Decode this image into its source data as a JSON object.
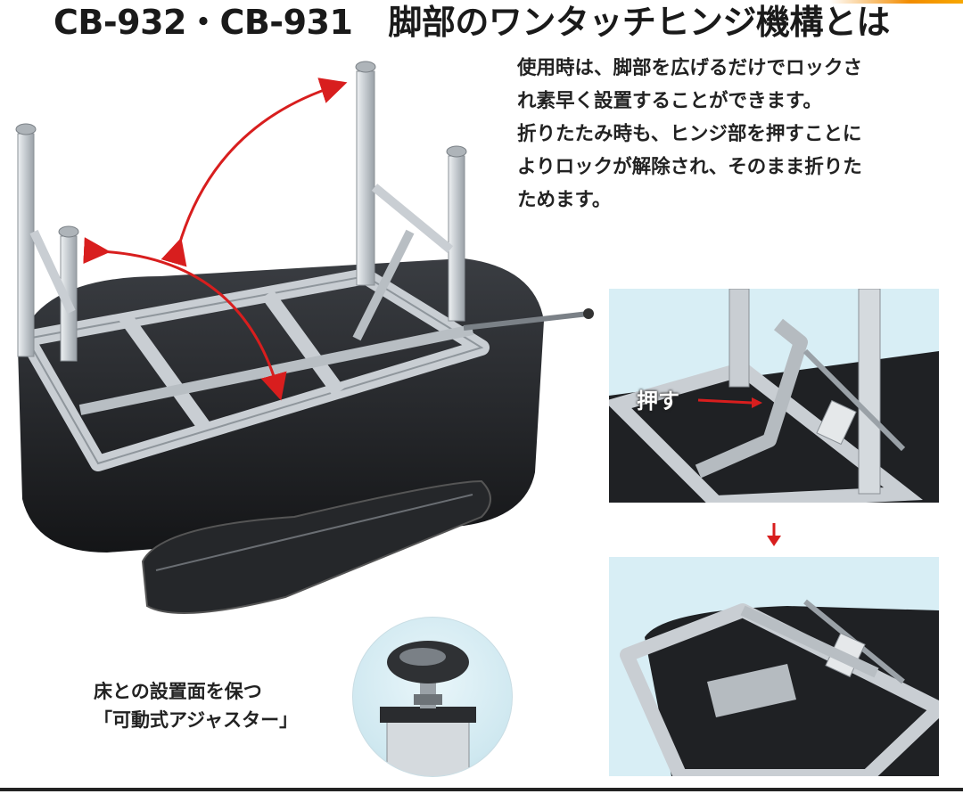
{
  "header": {
    "model_numbers": "CB-932・CB-931",
    "heading": "脚部のワンタッチヒンジ機構とは"
  },
  "description": {
    "lines": [
      "使用時は、脚部を広げるだけでロックさ",
      "れ素早く設置することができます。",
      "折りたたみ時も、ヒンジ部を押すことに",
      "よりロックが解除され、そのまま折りた",
      "ためます。"
    ]
  },
  "detail": {
    "push_label": "押す"
  },
  "adjuster": {
    "line1": "床との設置面を保つ",
    "line2": "「可動式アジャスター」"
  },
  "colors": {
    "accent_red": "#d81e1e",
    "panel_bg": "#d8eef5",
    "frame_silver": "#c9ced3",
    "seat_black": "#1f2124"
  }
}
